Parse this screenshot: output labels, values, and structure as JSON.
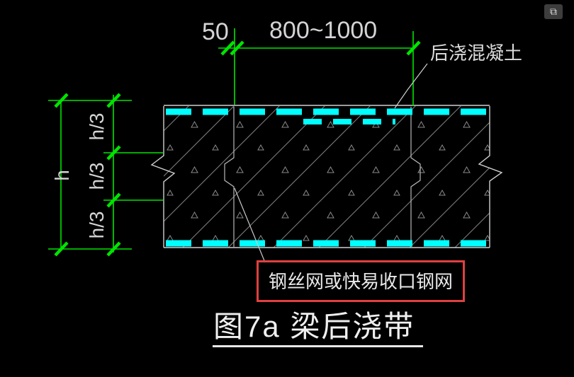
{
  "window": {
    "maximize_icon": "⧉"
  },
  "dimensions": {
    "top_small": "50",
    "top_main": "800~1000",
    "left_third_1": "h/3",
    "left_third_2": "h/3",
    "left_third_3": "h/3",
    "left_total": "h"
  },
  "labels": {
    "top_right": "后浇混凝土",
    "mesh": "钢丝网或快易收口钢网",
    "title": "图7a 梁后浇带"
  },
  "colors": {
    "background": "#000000",
    "dimension_green": "#00e400",
    "waterstop_cyan": "#00ffff",
    "highlight_red": "#e04040",
    "line_white": "#d0d0d0",
    "hatch_gray": "#7d7d7d"
  }
}
